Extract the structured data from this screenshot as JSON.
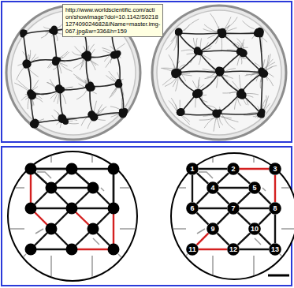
{
  "diagram": {
    "nodes": [
      {
        "text": [
          "http://www.worldscientific.com/acti on/showImage?doi=10.1142/S0218 127409024682&iName=master.img- 067.jpg&w=336&h=159"
        ]
      },
      {
        "text": [
          "1"
        ]
      },
      {
        "text": [
          "2"
        ]
      },
      {
        "text": [
          "3"
        ]
      },
      {
        "text": [
          "4"
        ]
      },
      {
        "text": [
          "5"
        ]
      },
      {
        "text": [
          "6"
        ]
      },
      {
        "text": [
          "7"
        ]
      },
      {
        "text": [
          "8"
        ]
      },
      {
        "text": [
          "9"
        ]
      },
      {
        "text": [
          "10"
        ]
      },
      {
        "text": [
          "11"
        ]
      },
      {
        "text": [
          "12"
        ]
      },
      {
        "text": [
          "13"
        ]
      }
    ],
    "edges": [
      {
        "from": 1,
        "to": 2,
        "arrow": "none"
      },
      {
        "from": 2,
        "to": 3,
        "arrow": "none"
      },
      {
        "from": 1,
        "to": 4,
        "arrow": "none"
      },
      {
        "from": 2,
        "to": 4,
        "arrow": "none"
      },
      {
        "from": 2,
        "to": 5,
        "arrow": "none"
      },
      {
        "from": 4,
        "to": 5,
        "arrow": "none"
      },
      {
        "from": 3,
        "to": 8,
        "arrow": "none"
      },
      {
        "from": 1,
        "to": 6,
        "arrow": "none"
      },
      {
        "from": 4,
        "to": 6,
        "arrow": "none"
      },
      {
        "from": 4,
        "to": 7,
        "arrow": "none"
      },
      {
        "from": 5,
        "to": 7,
        "arrow": "none"
      },
      {
        "from": 5,
        "to": 8,
        "arrow": "none"
      },
      {
        "from": 6,
        "to": 7,
        "arrow": "none"
      },
      {
        "from": 7,
        "to": 8,
        "arrow": "none"
      },
      {
        "from": 6,
        "to": 9,
        "arrow": "none"
      },
      {
        "from": 7,
        "to": 9,
        "arrow": "none"
      },
      {
        "from": 7,
        "to": 10,
        "arrow": "none"
      },
      {
        "from": 8,
        "to": 10,
        "arrow": "none"
      },
      {
        "from": 9,
        "to": 11,
        "arrow": "none"
      },
      {
        "from": 9,
        "to": 12,
        "arrow": "none"
      },
      {
        "from": 10,
        "to": 12,
        "arrow": "none"
      },
      {
        "from": 10,
        "to": 13,
        "arrow": "none"
      },
      {
        "from": 8,
        "to": 13,
        "arrow": "none"
      },
      {
        "from": 11,
        "to": 12,
        "arrow": "none"
      },
      {
        "from": 12,
        "to": 13,
        "arrow": "none"
      }
    ]
  }
}
